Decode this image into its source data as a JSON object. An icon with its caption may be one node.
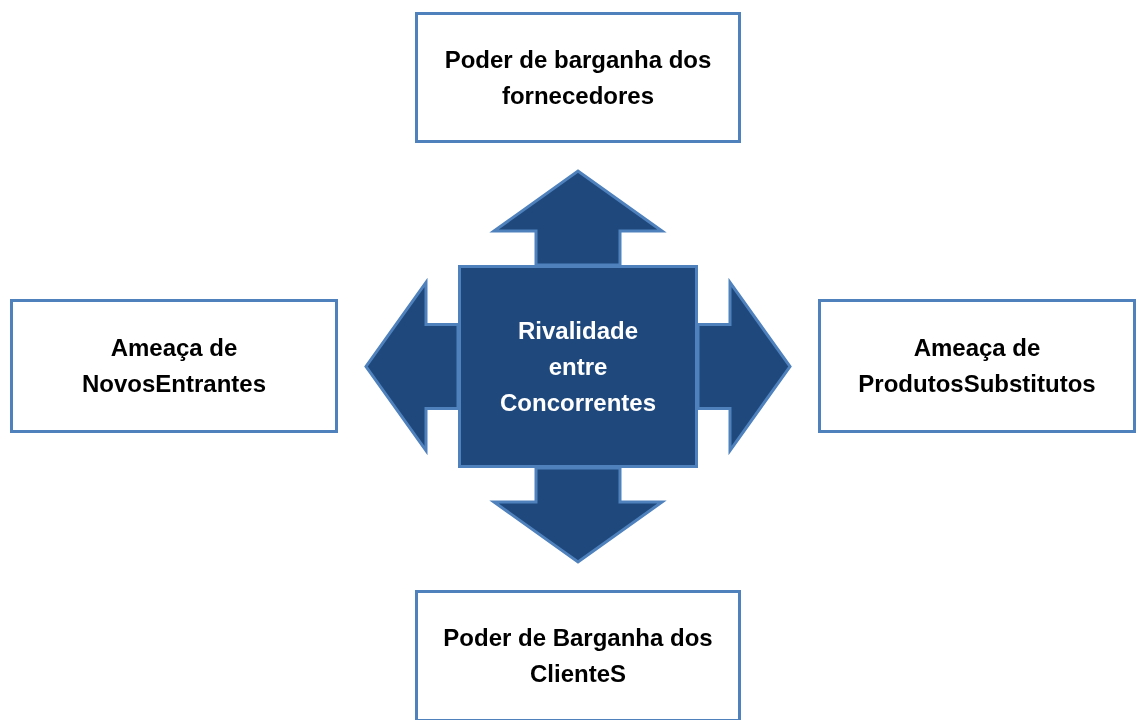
{
  "diagram": {
    "nodes": [
      {
        "text": [
          "Poder de barganha dos fornecedores"
        ]
      },
      {
        "text": [
          "Ameaça de NovosEntrantes"
        ]
      },
      {
        "text": [
          "Rivalidade entre Concorrentes"
        ]
      },
      {
        "text": [
          "Ameaça de ProdutosSubstitutos"
        ]
      },
      {
        "text": [
          "Poder de Barganha dos ClienteS"
        ]
      }
    ],
    "edges": [
      {
        "from": 2,
        "to": 0,
        "arrow": "to",
        "style": "thick"
      },
      {
        "from": 2,
        "to": 1,
        "arrow": "to",
        "style": "thick"
      },
      {
        "from": 2,
        "to": 3,
        "arrow": "to",
        "style": "thick"
      },
      {
        "from": 2,
        "to": 4,
        "arrow": "to",
        "style": "thick"
      }
    ]
  }
}
